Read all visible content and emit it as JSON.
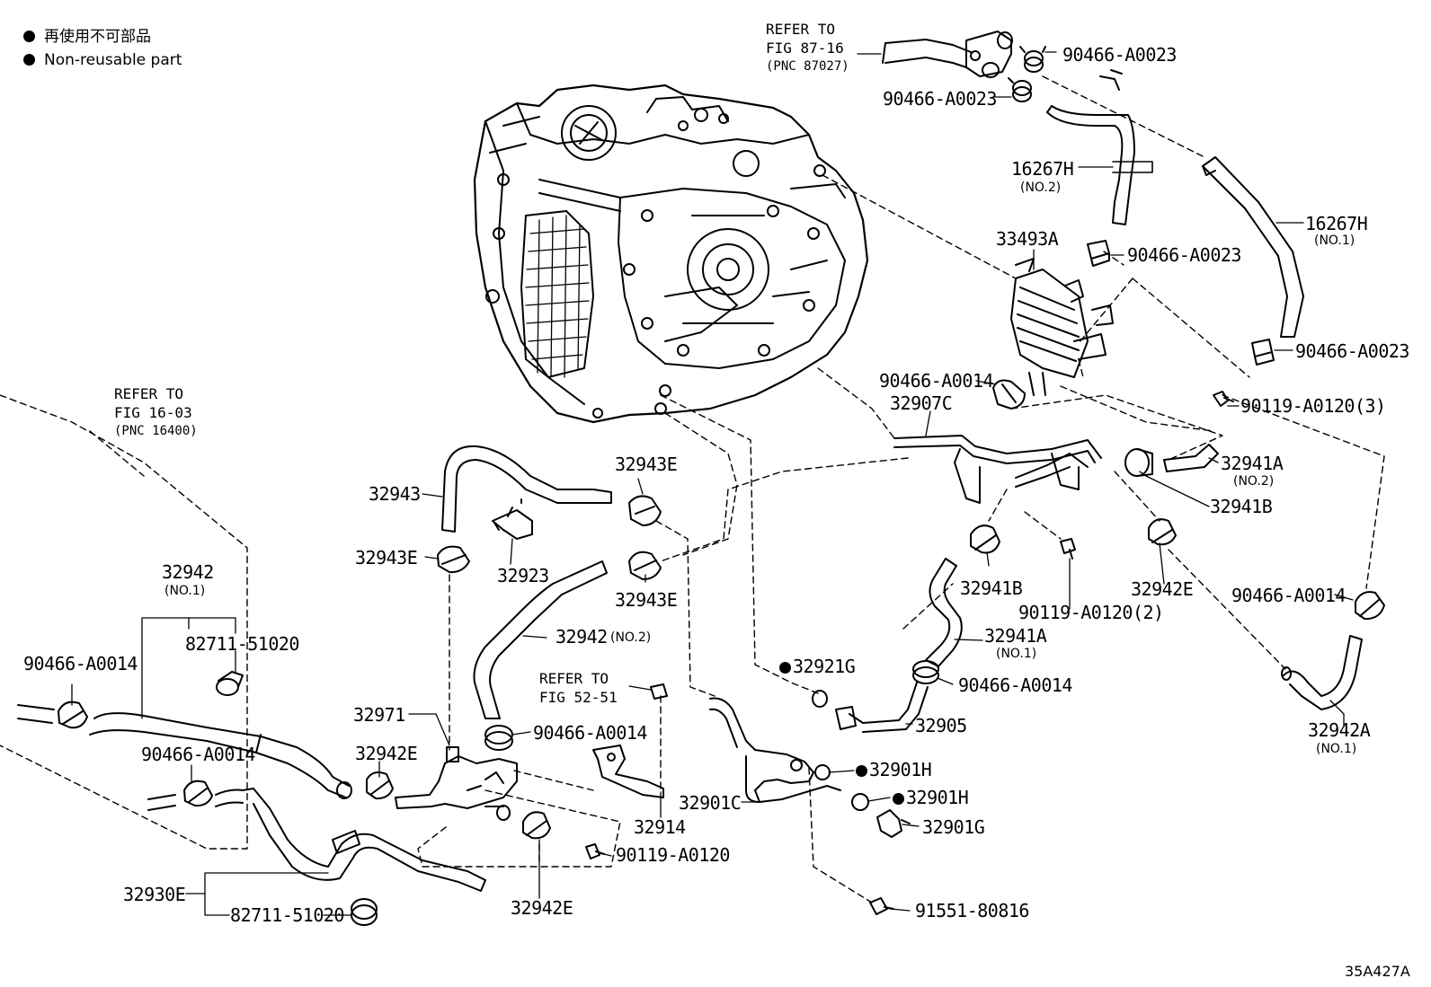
{
  "legend": {
    "marker_symbol": "●",
    "line_jp": "再使用不可部品",
    "line_en": "Non-reusable part"
  },
  "refs": {
    "fig87": {
      "l1": "REFER TO",
      "l2": "FIG 87-16",
      "l3": "(PNC 87027)"
    },
    "fig16": {
      "l1": "REFER TO",
      "l2": "FIG 16-03",
      "l3": "(PNC 16400)"
    },
    "fig52": {
      "l1": "REFER TO",
      "l2": "FIG 52-51"
    }
  },
  "parts": {
    "p90466_A0023_a": "90466-A0023",
    "p90466_A0023_b": "90466-A0023",
    "p16267H_1": "16267H",
    "p16267H_1_sub": "(NO.2)",
    "p33493A": "33493A",
    "p90466_A0023_c": "90466-A0023",
    "p16267H_2": "16267H",
    "p16267H_2_sub": "(NO.1)",
    "p90466_A0023_d": "90466-A0023",
    "p90466_A0014_a": "90466-A0014",
    "p90119_A0120_3": "90119-A0120(3)",
    "p32907C": "32907C",
    "p32943E_a": "32943E",
    "p32941A_no2": "32941A",
    "p32941A_no2_sub": "(NO.2)",
    "p32943": "32943",
    "p32941B_a": "32941B",
    "p32943E_b": "32943E",
    "p32923": "32923",
    "p32943E_c": "32943E",
    "p32941B_b": "32941B",
    "p32942E_a": "32942E",
    "p90466_A0014_b": "90466-A0014",
    "p32942_no1": "32942",
    "p32942_no1_sub": "(NO.1)",
    "p90119_A0120_2": "90119-A0120(2)",
    "p82711_51020_a": "82711-51020",
    "p32942_no2": "32942",
    "p32942_no2_sub": "(NO.2)",
    "p32941A_no1": "32941A",
    "p32941A_no1_sub": "(NO.1)",
    "p90466_A0014_c": "90466-A0014",
    "p32921G": "32921G",
    "p90466_A0014_d": "90466-A0014",
    "p32971": "32971",
    "p90466_A0014_e": "90466-A0014",
    "p32905": "32905",
    "p32942A": "32942A",
    "p32942A_sub": "(NO.1)",
    "p32942E_b": "32942E",
    "p90466_A0014_f": "90466-A0014",
    "p32901H_a": "32901H",
    "p32901C": "32901C",
    "p32901H_b": "32901H",
    "p32914": "32914",
    "p32901G": "32901G",
    "p90119_A0120": "90119-A0120",
    "p32930E": "32930E",
    "p32942E_c": "32942E",
    "p82711_51020_b": "82711-51020",
    "p91551_80816": "91551-80816"
  },
  "figure_code": "35A427A"
}
